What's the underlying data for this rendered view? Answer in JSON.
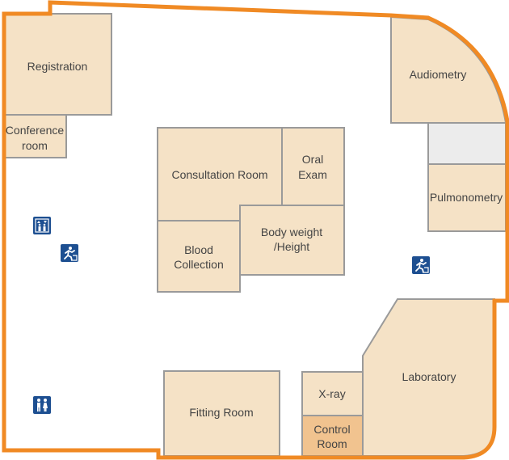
{
  "rooms": {
    "registration": "Registration",
    "conference_line1": "Conference",
    "conference_line2": "room",
    "consultation": "Consultation Room",
    "oral_line1": "Oral",
    "oral_line2": "Exam",
    "blood_line1": "Blood",
    "blood_line2": "Collection",
    "body_line1": "Body weight",
    "body_line2": "/Height",
    "audiometry": "Audiometry",
    "pulmonometry": "Pulmonometry",
    "laboratory": "Laboratory",
    "xray": "X-ray",
    "control_line1": "Control",
    "control_line2": "Room",
    "fitting": "Fitting Room"
  },
  "icons": [
    "elevator-icon",
    "emergency-exit-icon",
    "emergency-exit-icon",
    "restroom-icon"
  ],
  "colors": {
    "wall": "#f08a24",
    "room": "#f5e2c6",
    "control_room": "#f1c38f",
    "icon": "#1d4f91"
  }
}
